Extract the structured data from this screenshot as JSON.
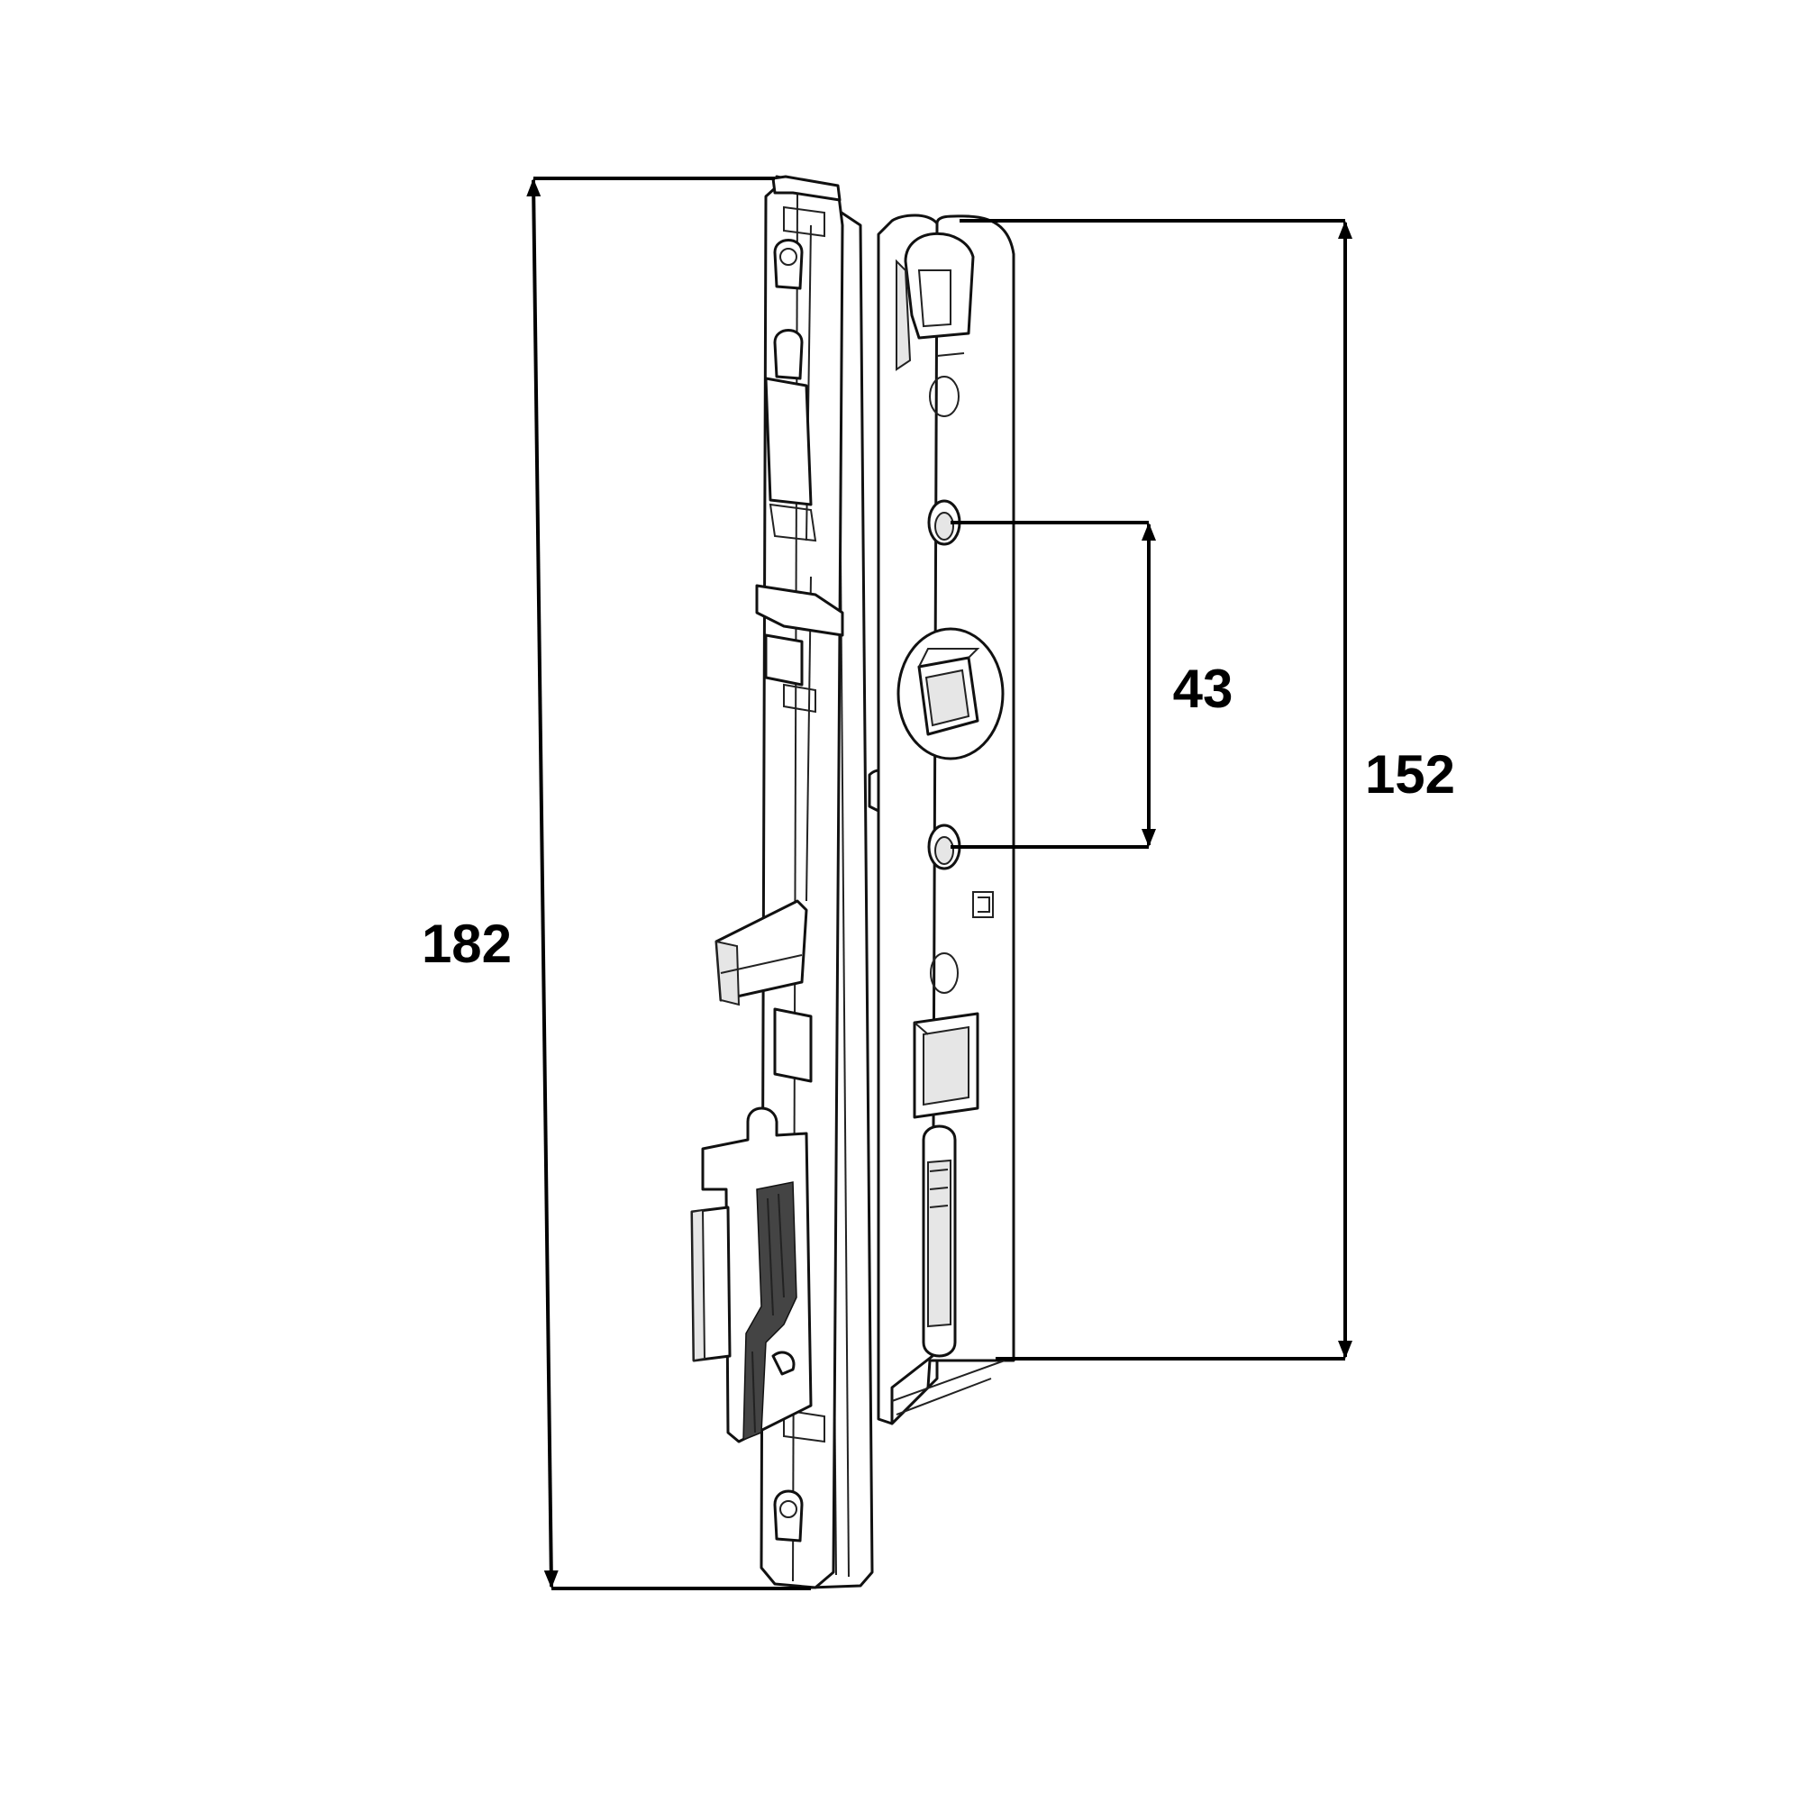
{
  "dimensions": {
    "overall_length": "182",
    "faceplate_length": "152",
    "hole_spacing": "43"
  },
  "colors": {
    "line": "#000000",
    "background": "#ffffff",
    "shade": "#e6e6e6"
  }
}
